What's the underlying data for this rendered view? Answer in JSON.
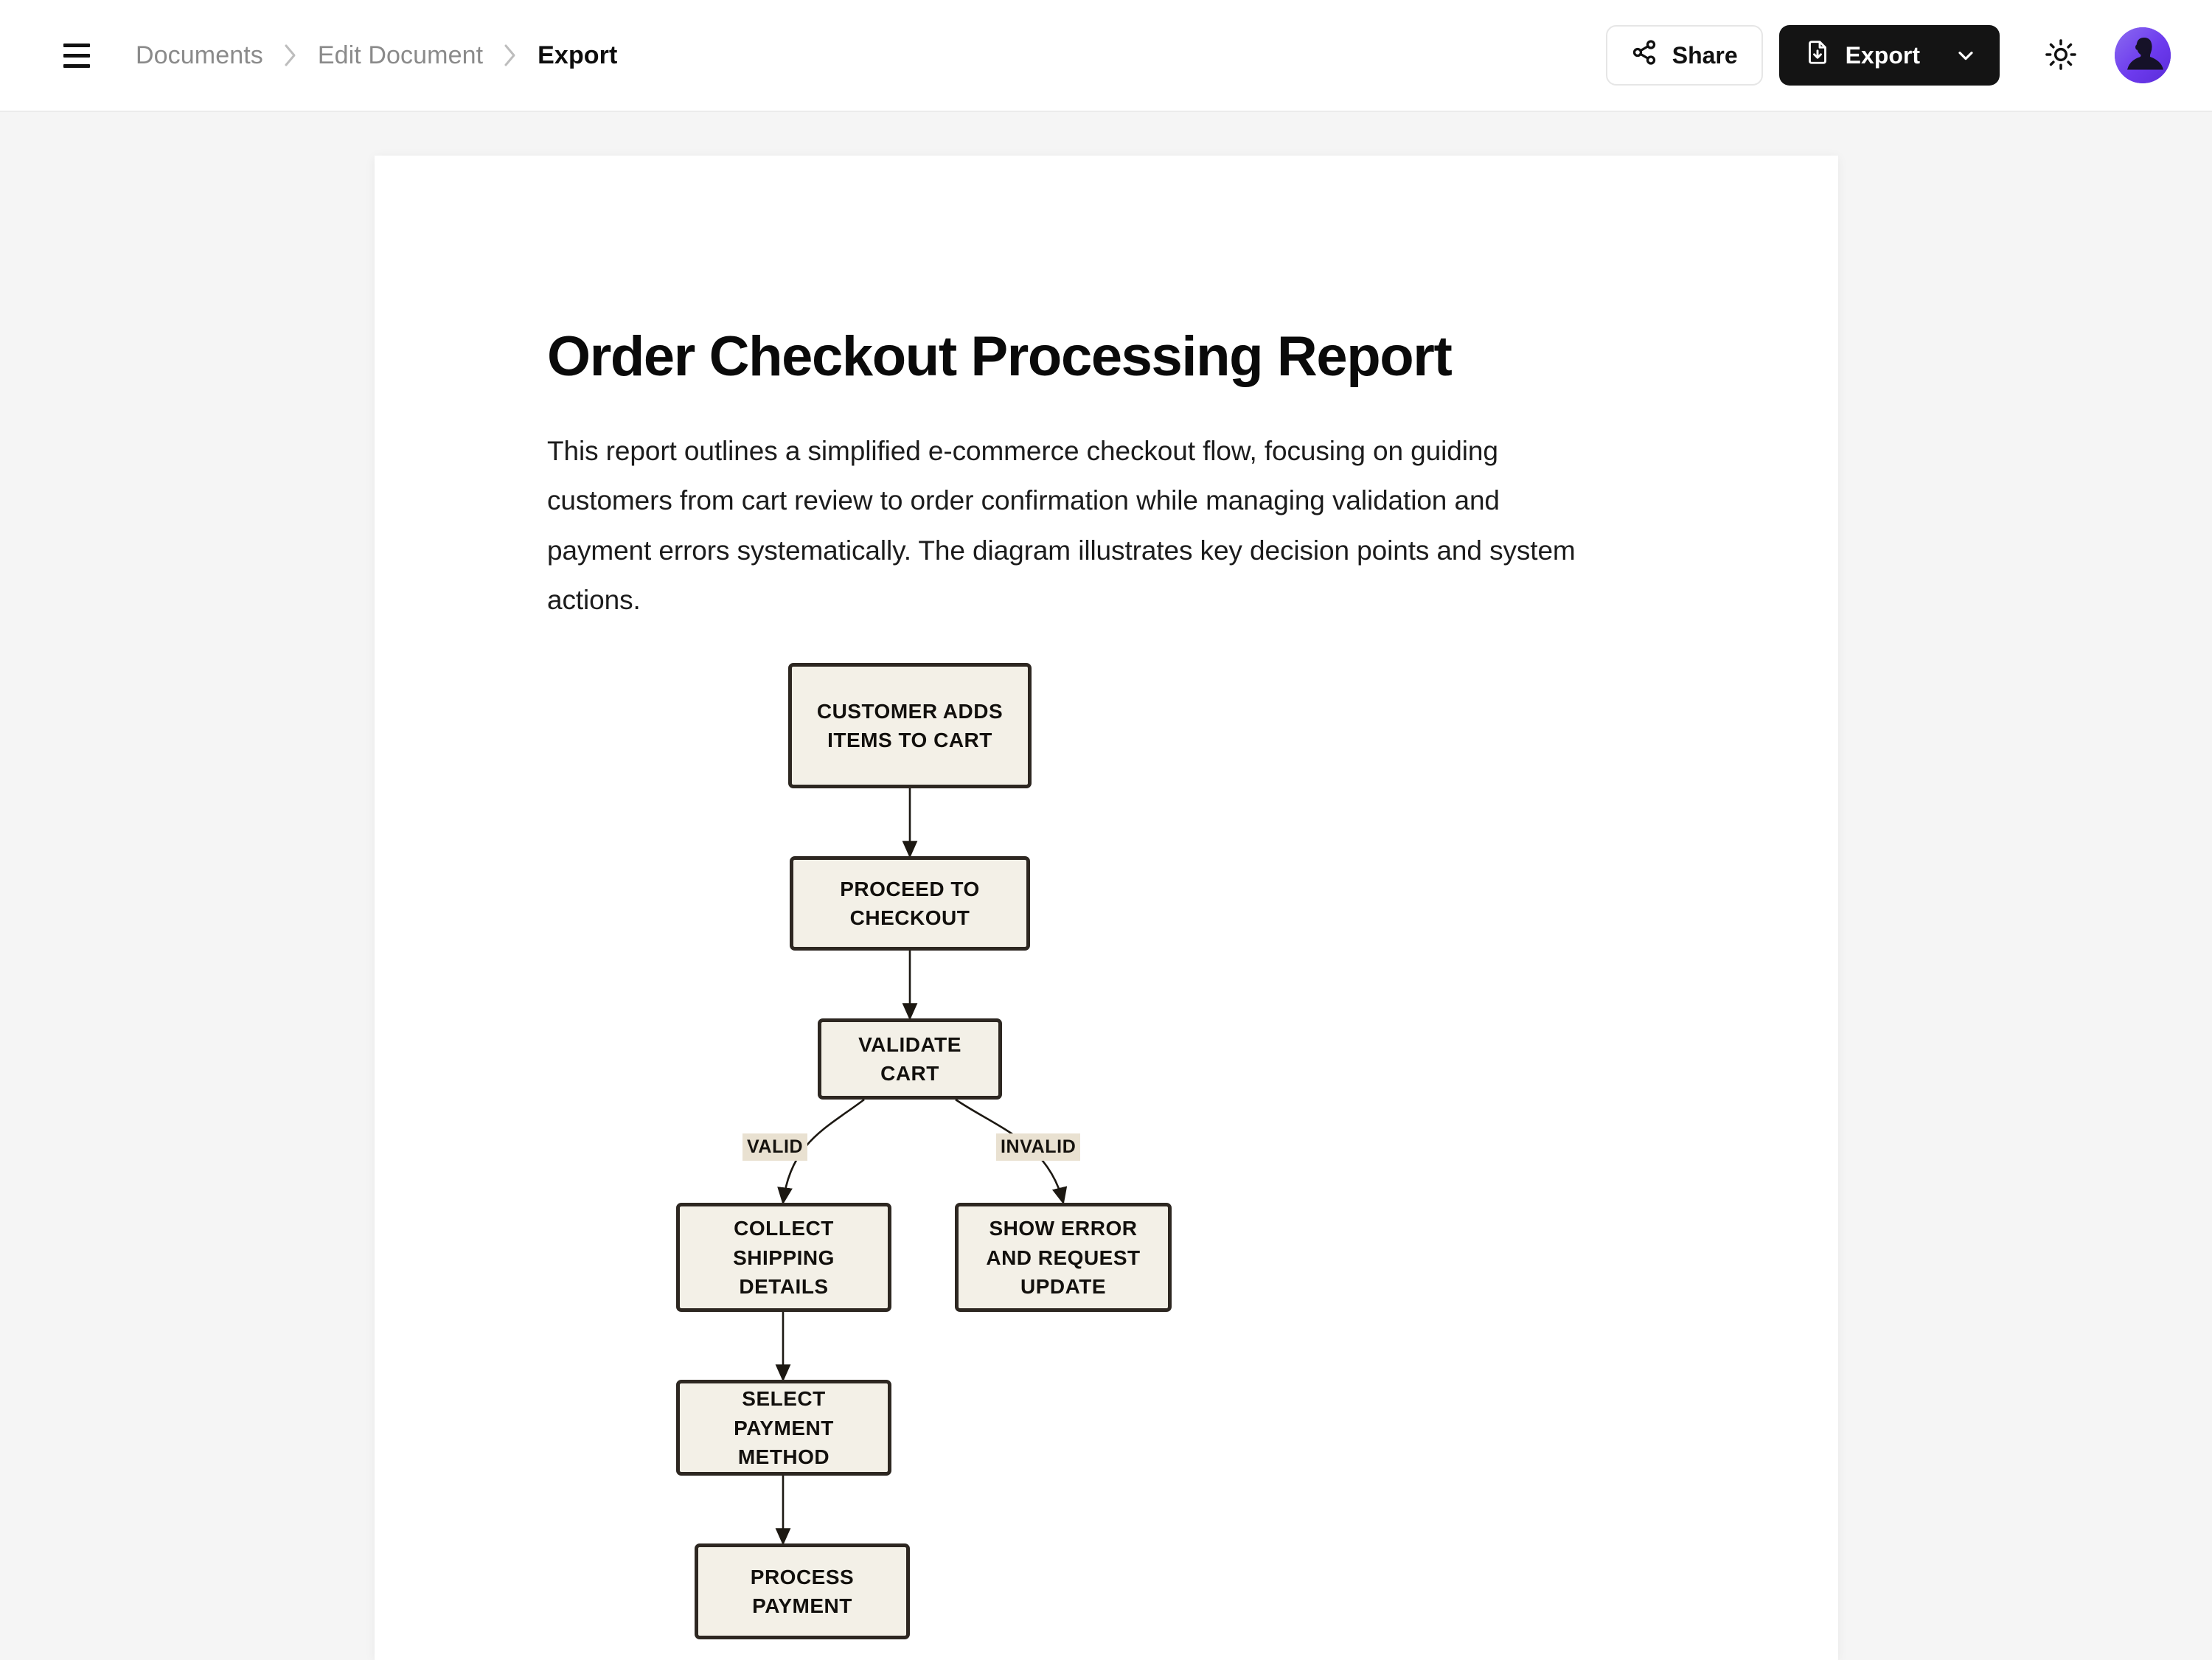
{
  "header": {
    "menu_icon": "hamburger-icon",
    "breadcrumb": [
      {
        "label": "Documents",
        "current": false
      },
      {
        "label": "Edit Document",
        "current": false
      },
      {
        "label": "Export",
        "current": true
      }
    ],
    "share_label": "Share",
    "share_icon": "share-nodes-icon",
    "export_label": "Export",
    "export_icon": "file-download-icon",
    "export_chevron_icon": "chevron-down-icon",
    "theme_icon": "sun-icon",
    "avatar_icon": "user-avatar"
  },
  "document": {
    "title": "Order Checkout Processing Report",
    "paragraph": "This report outlines a simplified e-commerce checkout flow, focusing on guiding customers from cart review to order confirmation while managing validation and payment errors systematically. The diagram illustrates key decision points and system actions."
  },
  "colors": {
    "page_background": "#F5F5F5",
    "card_background": "#FFFFFF",
    "node_fill": "#F3F0E7",
    "node_border": "#2D2721",
    "edge_label_background": "#E9E1D1",
    "export_button": "#141414",
    "avatar_gradient_start": "#8B6BF0",
    "avatar_gradient_end": "#5A2BD8"
  },
  "flowchart": {
    "type": "flowchart",
    "direction": "top-down",
    "nodes": [
      {
        "id": "n1",
        "label": "CUSTOMER ADDS ITEMS TO CART"
      },
      {
        "id": "n2",
        "label": "PROCEED TO CHECKOUT"
      },
      {
        "id": "n3",
        "label": "VALIDATE CART"
      },
      {
        "id": "n4",
        "label": "COLLECT SHIPPING DETAILS"
      },
      {
        "id": "n5",
        "label": "SHOW ERROR AND REQUEST UPDATE"
      },
      {
        "id": "n6",
        "label": "SELECT PAYMENT METHOD"
      },
      {
        "id": "n7",
        "label": "PROCESS PAYMENT"
      }
    ],
    "edges": [
      {
        "from": "n1",
        "to": "n2",
        "label": ""
      },
      {
        "from": "n2",
        "to": "n3",
        "label": ""
      },
      {
        "from": "n3",
        "to": "n4",
        "label": "VALID"
      },
      {
        "from": "n3",
        "to": "n5",
        "label": "INVALID"
      },
      {
        "from": "n4",
        "to": "n6",
        "label": ""
      },
      {
        "from": "n6",
        "to": "n7",
        "label": ""
      }
    ],
    "edge_labels": [
      {
        "id": "l1",
        "text": "VALID"
      },
      {
        "id": "l2",
        "text": "INVALID"
      }
    ]
  }
}
